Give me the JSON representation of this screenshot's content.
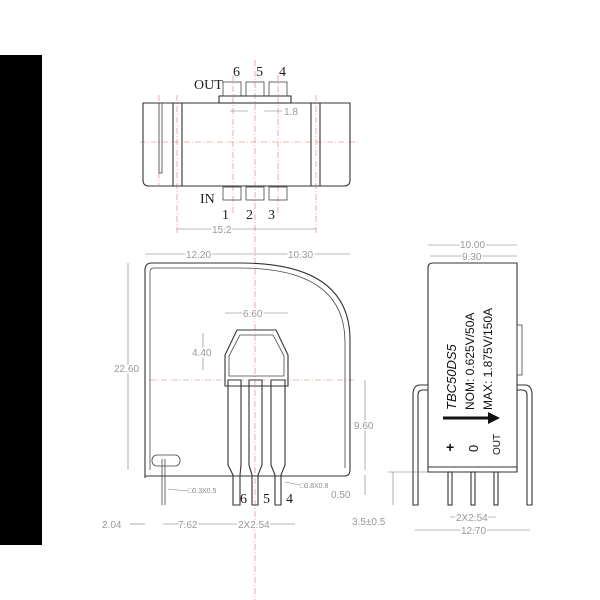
{
  "top_view": {
    "out_label": "OUT",
    "in_label": "IN",
    "out_pins": [
      "6",
      "5",
      "4"
    ],
    "in_pins": [
      "1",
      "2",
      "3"
    ],
    "dim_pitch": "1.8",
    "dim_width": "15.2"
  },
  "front_view": {
    "dim_left": "12.20",
    "dim_right": "10.30",
    "dim_height": "22.60",
    "dim_window_w": "6.60",
    "dim_window_h": "4.40",
    "dim_pin_h": "9.60",
    "dim_offset": "0.50",
    "dim_small_pin": "□0.3X0.5",
    "dim_large_pin": "□0.8X0.8",
    "dim_edge": "2.04",
    "dim_pin_offset": "7.62",
    "dim_pin_pitch": "2X2.54",
    "pins": [
      "6",
      "5",
      "4"
    ]
  },
  "side_view": {
    "dim_outer": "10.00",
    "dim_inner": "9.30",
    "model": "TBC50DS5",
    "nom": "NOM: 0.625V/50A",
    "max": "MAX: 1.875V/150A",
    "pin_plus": "+",
    "pin_zero": "0",
    "pin_out": "OUT",
    "dim_lead": "3.5±0.5",
    "dim_pitch": "2X2.54",
    "dim_span": "12.70"
  }
}
